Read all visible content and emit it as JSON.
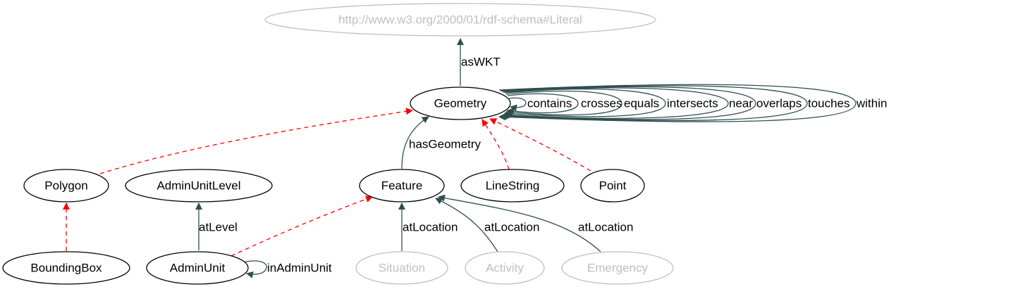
{
  "colors": {
    "node_border": "#000000",
    "node_text": "#000000",
    "external_border": "#bfbfbf",
    "external_text": "#bfbfbf",
    "property_edge": "#2f4f4f",
    "subclass_edge": "#ff0000"
  },
  "nodes": {
    "literal": "http://www.w3.org/2000/01/rdf-schema#Literal",
    "geometry": "Geometry",
    "polygon": "Polygon",
    "admin_unit_level": "AdminUnitLevel",
    "feature": "Feature",
    "linestring": "LineString",
    "point": "Point",
    "bounding_box": "BoundingBox",
    "admin_unit": "AdminUnit",
    "situation": "Situation",
    "activity": "Activity",
    "emergency": "Emergency"
  },
  "edge_labels": {
    "as_wkt": "asWKT",
    "has_geometry": "hasGeometry",
    "at_level": "atLevel",
    "in_admin_unit": "inAdminUnit",
    "at_location_situation": "atLocation",
    "at_location_activity": "atLocation",
    "at_location_emergency": "atLocation",
    "contains": "contains",
    "crosses": "crosses",
    "equals": "equals",
    "intersects": "intersects",
    "near": "near",
    "overlaps": "overlaps",
    "touches": "touches",
    "within": "within"
  }
}
